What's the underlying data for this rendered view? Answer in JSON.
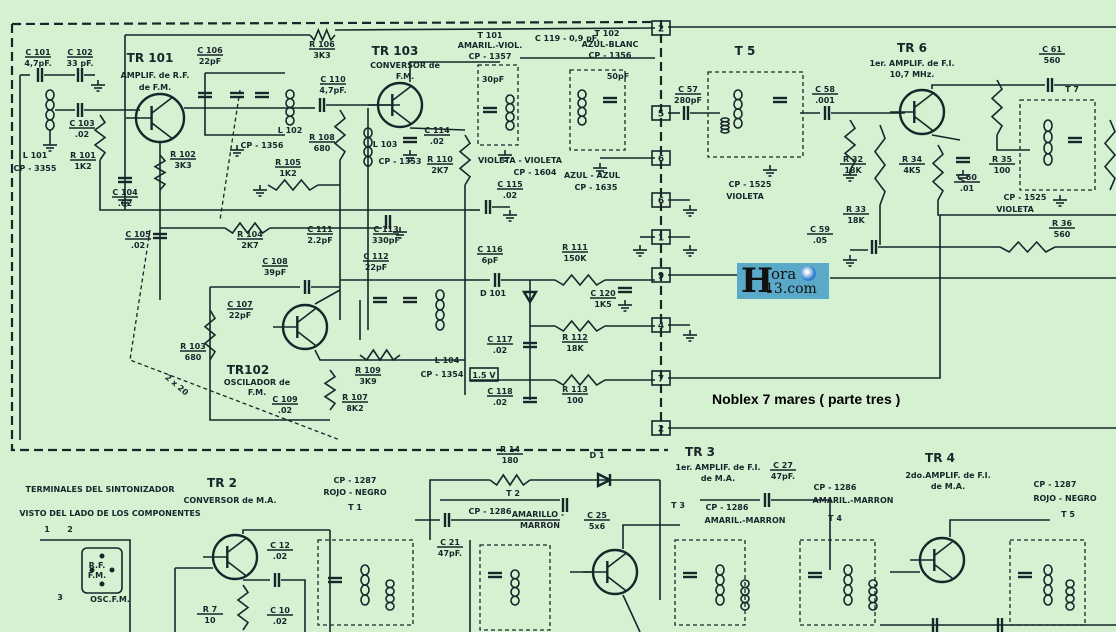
{
  "title": "Noblex 7 mares ( parte tres )",
  "watermark": {
    "text_top": "ora",
    "text_bottom": "13.com",
    "initial": "H",
    "color": "#5aa9c9"
  },
  "colors": {
    "background": "#d6f0d2",
    "ink": "#17262a"
  },
  "components": [
    {
      "ref": "C 101",
      "value": "4,7pF."
    },
    {
      "ref": "C 102",
      "value": "33 pF."
    },
    {
      "ref": "C 106",
      "value": "22pF"
    },
    {
      "ref": "R 106",
      "value": "3K3"
    },
    {
      "ref": "C 110",
      "value": "4,7pF."
    },
    {
      "ref": "C 103",
      "value": ".02"
    },
    {
      "ref": "R 101",
      "value": "1K2"
    },
    {
      "ref": "R 102",
      "value": "3K3"
    },
    {
      "ref": "C 104",
      "value": ".02"
    },
    {
      "ref": "C 105",
      "value": ".02"
    },
    {
      "ref": "R 108",
      "value": "680"
    },
    {
      "ref": "C 114",
      "value": ".02"
    },
    {
      "ref": "R 110",
      "value": "2K7"
    },
    {
      "ref": "R 105",
      "value": "1K2"
    },
    {
      "ref": "C 115",
      "value": ".02"
    },
    {
      "ref": "R 104",
      "value": "2K7"
    },
    {
      "ref": "C 111",
      "value": "2.2pF"
    },
    {
      "ref": "C 113",
      "value": "330pF"
    },
    {
      "ref": "C 57",
      "value": "280pF"
    },
    {
      "ref": "C 58",
      "value": ".001"
    },
    {
      "ref": "C 61",
      "value": "560"
    },
    {
      "ref": "R 32",
      "value": "18K"
    },
    {
      "ref": "R 33",
      "value": "18K"
    },
    {
      "ref": "R 34",
      "value": "4K5"
    },
    {
      "ref": "C 60",
      "value": ".01"
    },
    {
      "ref": "R 35",
      "value": "100"
    },
    {
      "ref": "C 59",
      "value": ".05"
    },
    {
      "ref": "R 36",
      "value": "560"
    },
    {
      "ref": "C 116",
      "value": "6pF"
    },
    {
      "ref": "R 111",
      "value": "150K"
    },
    {
      "ref": "C 120",
      "value": "1K5"
    },
    {
      "ref": "C 108",
      "value": "39pF"
    },
    {
      "ref": "C 112",
      "value": "22pF"
    },
    {
      "ref": "C 107",
      "value": "22pF"
    },
    {
      "ref": "R 103",
      "value": "680"
    },
    {
      "ref": "C 117",
      "value": ".02"
    },
    {
      "ref": "R 112",
      "value": "18K"
    },
    {
      "ref": "R 109",
      "value": "3K9"
    },
    {
      "ref": "R 113",
      "value": "100"
    },
    {
      "ref": "C 118",
      "value": ".02"
    },
    {
      "ref": "C 109",
      "value": ".02"
    },
    {
      "ref": "R 107",
      "value": "8K2"
    },
    {
      "ref": "R 14",
      "value": "180"
    },
    {
      "ref": "C 12",
      "value": ".02"
    },
    {
      "ref": "C 21",
      "value": "47pF."
    },
    {
      "ref": "C 25",
      "value": "5x6"
    },
    {
      "ref": "C 27",
      "value": "47pF."
    },
    {
      "ref": "R 7",
      "value": "10"
    },
    {
      "ref": "C 10",
      "value": ".02"
    }
  ],
  "captions": [
    "TR 101",
    "AMPLIF. de R.F.",
    "de F.M.",
    "TR 103",
    "CONVERSOR de",
    "F.M.",
    "T 101",
    "AMARIL.-VIOL.",
    "CP - 1357",
    "30pF",
    "C 119 - 0,9 pF.",
    "T 102",
    "AZUL-BLANC",
    "CP - 1356",
    "50pF",
    "L 101",
    "CP - 3355",
    "L 102",
    "CP - 1356",
    "L 103",
    "CP - 1353",
    "VIOLETA - VIOLETA",
    "CP - 1604",
    "AZUL - AZUL",
    "CP - 1635",
    "T 5",
    "CP - 1525",
    "VIOLETA",
    "TR 6",
    "1er. AMPLIF. de F.I.",
    "10,7 MHz.",
    "T 7",
    "CP - 1525",
    "VIOLETA",
    "D 101",
    "TR102",
    "OSCILADOR de",
    "F.M.",
    "L 104",
    "CP - 1354",
    "1.5 V",
    "2 x 20",
    "TERMINALES DEL SINTONIZADOR",
    "VISTO DEL LADO DE LOS COMPONENTES",
    "TR 2",
    "CONVERSOR de M.A.",
    "CP - 1287",
    "ROJO - NEGRO",
    "T 1",
    "R.F.",
    "F.M.",
    "OSC.F.M.",
    "1",
    "2",
    "3",
    "T 2",
    "CP - 1286",
    "AMARILLO -",
    "MARRON",
    "D 1",
    "TR 3",
    "1er. AMPLIF. de F.I.",
    "de M.A.",
    "T 3",
    "CP - 1286",
    "AMARIL.-MARRON",
    "CP - 1286",
    "AMARIL.-MARRON",
    "T 4",
    "TR 4",
    "2do.AMPLIF. de F.I.",
    "de M.A.",
    "CP - 1287",
    "ROJO - NEGRO",
    "T 5"
  ],
  "terminals": [
    "2",
    "5",
    "6",
    "6",
    "1",
    "9",
    "4",
    "7",
    "2"
  ]
}
